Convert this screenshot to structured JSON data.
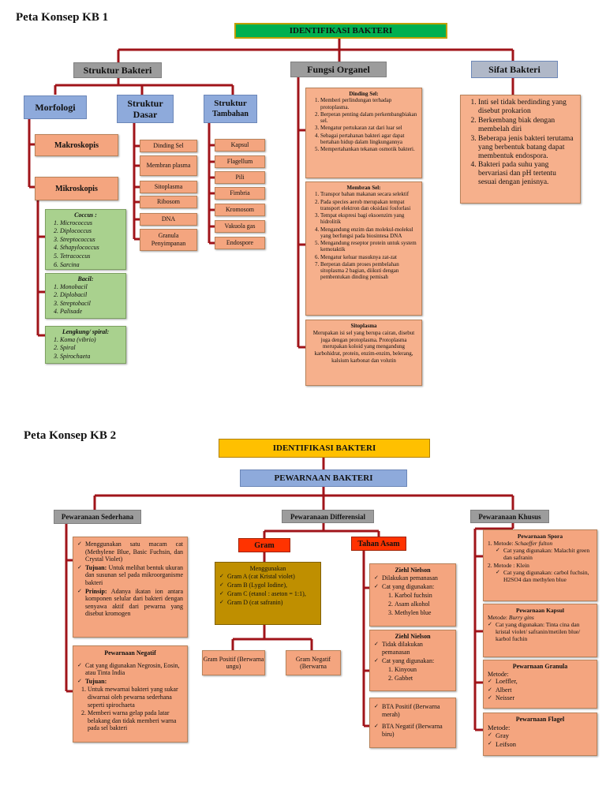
{
  "kb1": {
    "heading": "Peta Konsep KB 1",
    "root": "IDENTIFIKASI BAKTERI",
    "struktur": {
      "label": "Struktur Bakteri",
      "morfologi": "Morfologi",
      "makroskopis": "Makroskopis",
      "mikroskopis": "Mikroskopis",
      "coccus": {
        "title": "Coccus :",
        "items": [
          "Micrococcus",
          "Diplococcus",
          "Streptococcus",
          "Sthapylococcus",
          "Tetracoccus",
          "Sarcina"
        ]
      },
      "bacil": {
        "title": "Bacil:",
        "items": [
          "Monobacil",
          "Diplobacil",
          "Streptobacil",
          "Palisade"
        ]
      },
      "spiral": {
        "title": "Lengkung/ spiral:",
        "items": [
          "Koma (vibrio)",
          "Spiral",
          "Spirochaeta"
        ]
      },
      "dasar": {
        "label_line1": "Struktur",
        "label_line2": "Dasar",
        "items": [
          "Dinding Sel",
          "Membran plasma",
          "Sitoplasma",
          "Ribosom",
          "DNA",
          "Granula Penyimpanan"
        ]
      },
      "tambahan": {
        "label_line1": "Struktur",
        "label_line2": "Tambahan",
        "items": [
          "Kapsul",
          "Flagellum",
          "Pili",
          "Fimbria",
          "Kromosom",
          "Vakuola gas",
          "Endospore"
        ]
      }
    },
    "fungsi": {
      "label": "Fungsi Organel",
      "dinding": {
        "title": "Dinding Sel:",
        "items": [
          "Memberi perlindungan terhadap protoplasma.",
          "Berperan penting dalam perkembangbiakan sel.",
          "Mengatur pertukaran zat dari luar sel",
          "Sebagai pertahanan bakteri agar dapat bertahan hidup dalam lingkungannya",
          "Mempertahankan tekanan osmotik bakteri."
        ]
      },
      "membran": {
        "title": "Membran Sel:",
        "items": [
          "Transpor bahan makanan secara selektif",
          "Pada species aerob merupakan tempat transport elektron dan oksidasi fosforlasi",
          "Tempat ekspresi bagi eksoenzim yang hidrolitik",
          "Mengandung enzim dan molekul-molekul yang berfungsi pada biosintesa DNA",
          "Mengandung reseptor protein untuk system kemotaktik",
          "Mengatur keluar masuknya zat-zat",
          "Berperan dalam proses pembelahan sitoplasma 2 bagian, diikuti dengan pembentukan dinding pemisah"
        ]
      },
      "sitoplasma": {
        "title": "Sitoplasma",
        "text": "Merupakan isi sel yang berupa cairan, disebut juga dengan protoplasma. Protoplasma merupakan koloid yang mengandung karbohidrat, protein, enzim-enzim, belerang, kalsium karbonat dan volutin"
      }
    },
    "sifat": {
      "label": "Sifat Bakteri",
      "items": [
        "Inti sel tidak berdinding yang disebut prokarion",
        "Berkembang biak dengan membelah diri",
        "Beberapa jenis bakteri terutama yang berbentuk batang dapat membentuk endospora.",
        "Bakteri pada suhu yang bervariasi dan pH tertentu sesuai dengan jenisnya."
      ]
    }
  },
  "kb2": {
    "heading": "Peta Konsep KB 2",
    "root": "IDENTIFIKASI BAKTERI",
    "pewarnaan": "PEWARNAAN BAKTERI",
    "sederhana": {
      "label": "Pewaranaan Sederhana",
      "items": [
        {
          "bold": "",
          "text": "Menggunakan satu macam cat (Methylene Blue, Basic Fuchsin, dan Crystal Violet)"
        },
        {
          "bold": "Tujuan:",
          "text": " Untuk melihat bentuk ukuran dan susunan sel pada mikroorganisme bakteri"
        },
        {
          "bold": "Prinsip:",
          "text": " Adanya ikatan ion antara komponen selular dari bakteri dengan senyawa aktif dari pewarna yang disebut kromogen"
        }
      ],
      "negatif": {
        "title": "Pewarnaan Negatif",
        "cat": "Cat yang digunakan Negrosin, Eosin, atau Tinta India",
        "tujuan": "Tujuan:",
        "items": [
          "Untuk mewarnai bakteri yang sukar diwarnai oleh pewarna sederhana seperti spirochaeta",
          "Memberi warna gelap pada latar belakang dan tidak memberi warna pada sel bakteri"
        ]
      }
    },
    "differensial": {
      "label": "Pewaranaan Differensial",
      "gram": {
        "label": "Gram",
        "box_title": "Menggunakan",
        "items": [
          "Gram A (cat Kristal violet)",
          "Gram B (Lygol Iodine),",
          "Gram C (etanol : aseton = 1:1),",
          "Gram D (cat safranin)"
        ],
        "positif": "Gram Positif (Berwarna ungu)",
        "negatif": "Gram Negatif (Berwarna"
      },
      "tahan_asam": {
        "label": "Tahan Asam",
        "zn1": {
          "title": "Ziehl Nielson",
          "items": [
            "Dilakukan pemanasan",
            "Cat yang digunakan:"
          ],
          "sub": [
            "Karbol fuchsin",
            "Asam alkohol",
            "Methylen blue"
          ]
        },
        "zn2": {
          "title": "Ziehl Nielson",
          "items": [
            "Tidak dilakukan pemanasan",
            "Cat yang digunakan:"
          ],
          "sub": [
            "Kinyoun",
            "Gabbet"
          ]
        },
        "bta": [
          "BTA Positif (Berwarna merah)",
          "BTA Negatif (Berwarna biru)"
        ]
      }
    },
    "khusus": {
      "label": "Pewaranaan Khusus",
      "spora": {
        "title": "Pewarnaan Spora",
        "m1": "Metode: ",
        "m1i": "Schaeffer fulton",
        "c1": "Cat yang digunakan: Malachit green dan safranin",
        "m2": "Metode : Klein",
        "c2": "Cat yang digunakan: carbol fuchsin, H2SO4 dan methylen blue"
      },
      "kapsul": {
        "title": "Pewarnaan Kapsul",
        "m": "Metode: ",
        "mi": "Burry gins",
        "c": "Cat yang digunakan: Tinta cina dan kristal violet/ safranin/metilen blue/ karbol fuchin"
      },
      "granula": {
        "title": "Pewarnaan Granula",
        "m": "Metode:",
        "items": [
          "Loeffler,",
          "Albert",
          "Neisser"
        ]
      },
      "flagel": {
        "title": "Pewarnaan Flagel",
        "m": "Metode:",
        "items": [
          "Gray",
          "Leifson"
        ]
      }
    }
  },
  "colors": {
    "connector": "#a0141a",
    "green_bar": "#00b050",
    "yellow_bar": "#ffc000",
    "blue_box": "#8eaadb",
    "orange_box": "#f4a57f",
    "green_box": "#a9d18e",
    "gram_box": "#bf8f00",
    "red_label": "#ff3300"
  }
}
